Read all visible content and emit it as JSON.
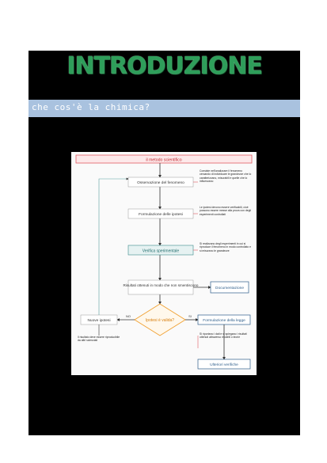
{
  "header": {
    "title": "INTRODUZIONE"
  },
  "section": {
    "heading": "che cos'è la chimica?"
  },
  "diagram": {
    "top_label": "il metodo scientifico",
    "nodes": {
      "n1": "Osservazione del fenomeno",
      "n2": "Formulazione delle ipotesi",
      "n3": "Verifica sperimentale",
      "n4": "Risultati ottenuti in modo\nche non smentiscono",
      "decision": "Ipotesi è valida?",
      "n5": "Formulazione della legge",
      "n6": "Ulteriori verifiche",
      "side_left": "Nuove ipotesi",
      "side_right": "Documentazione",
      "no": "NO",
      "si": "SI"
    },
    "notes": {
      "note1": "Consiste nell'analizzare il fenomeno cercando di individuare le grandezze che lo caratterizzano, misurabili e quelle che lo influenzano",
      "note2": "Le ipotesi devono essere verificabili, cioè possono essere messe alla prova con degli esperimenti controllati",
      "note3": "Si realizzano degli esperimenti in cui si riproduce il fenomeno in modo controllato e si misurano le grandezze",
      "note4": "Si riportano i dati e si spiegano i risultati ottenuti attraverso modelli o teorie",
      "note5": "Il risultato deve essere riproducibile da altri scienziati"
    }
  }
}
